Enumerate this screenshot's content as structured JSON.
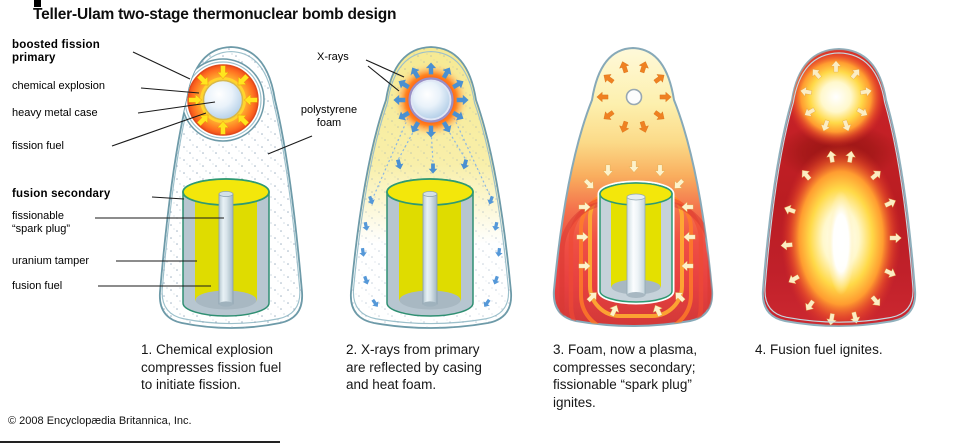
{
  "title": "Teller-Ulam two-stage thermonuclear bomb design",
  "annotations": {
    "boosted_fission_primary": "boosted fission\nprimary",
    "chemical_explosion": "chemical explosion",
    "heavy_metal_case": "heavy metal case",
    "fission_fuel": "fission fuel",
    "fusion_secondary": "fusion secondary",
    "fissionable_spark_plug": "fissionable\n“spark plug”",
    "uranium_tamper": "uranium tamper",
    "fusion_fuel_secondary": "fusion fuel",
    "x_rays": "X-rays",
    "polystyrene_foam": "polystyrene\nfoam"
  },
  "stages": [
    {
      "number": "1",
      "caption": "1. Chemical explosion\ncompresses fission fuel\nto initiate fission."
    },
    {
      "number": "2",
      "caption": "2. X-rays from primary\nare reflected by casing\nand heat foam."
    },
    {
      "number": "3",
      "caption": "3. Foam, now a plasma,\ncompresses secondary;\nfissionable “spark plug”\nignites."
    },
    {
      "number": "4",
      "caption": "4. Fusion fuel ignites."
    }
  ],
  "copyright": "© 2008 Encyclopædia Britannica, Inc.",
  "colors": {
    "casing_outline": "#6d9aa8",
    "foam_speckle": "#8aa0b5",
    "heated_foam_yellow": "#f6e992",
    "xray_arrow_blue": "#4a90d2",
    "implosion_arrow_yellow": "#ffe51e",
    "explosive_orange": "#ff7f23",
    "primary_sphere_blue": "#a9c8e4",
    "fusion_fuel_yellow": "#dfdc00",
    "tamper_gray": "#b7c6d0",
    "secondary_rim_green": "#2f9a72",
    "plasma_red": "#e74040",
    "dark_red_interior": "#c42026",
    "fireball_glow": "#ffd948",
    "compression_arrow_cream": "#fdf2cb",
    "ignition_arrow_orange": "#ef8122"
  }
}
